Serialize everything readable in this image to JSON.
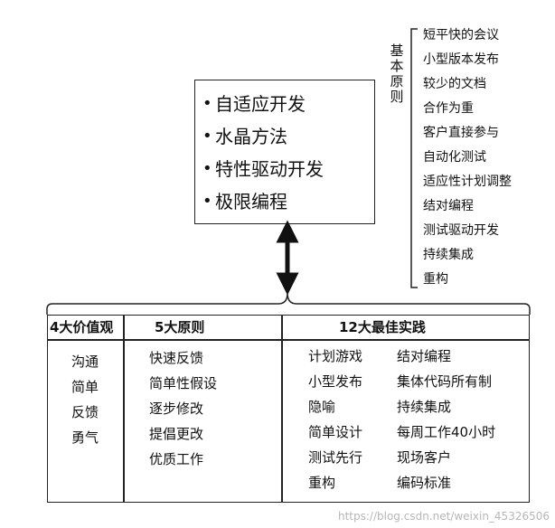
{
  "methods": [
    "自适应开发",
    "水晶方法",
    "特性驱动开发",
    "极限编程"
  ],
  "basic_principles": {
    "heading": "基本原则",
    "items": [
      "短平快的会议",
      "小型版本发布",
      "较少的文档",
      "合作为重",
      "客户直接参与",
      "自动化测试",
      "适应性计划调整",
      "结对编程",
      "测试驱动开发",
      "持续集成",
      "重构"
    ]
  },
  "table": {
    "headers": {
      "values": "4大价值观",
      "principles": "5大原则",
      "practices": "12大最佳实践"
    },
    "values": [
      "沟通",
      "简单",
      "反馈",
      "勇气"
    ],
    "principles": [
      "快速反馈",
      "简单性假设",
      "逐步修改",
      "提倡更改",
      "优质工作"
    ],
    "practices_left": [
      "计划游戏",
      "小型发布",
      "隐喻",
      "简单设计",
      "测试先行",
      "重构"
    ],
    "practices_right": [
      "结对编程",
      "集体代码所有制",
      "持续集成",
      "每周工作40小时",
      "现场客户",
      "编码标准"
    ]
  },
  "watermark": "https://blog.csdn.net/weixin_45326506"
}
